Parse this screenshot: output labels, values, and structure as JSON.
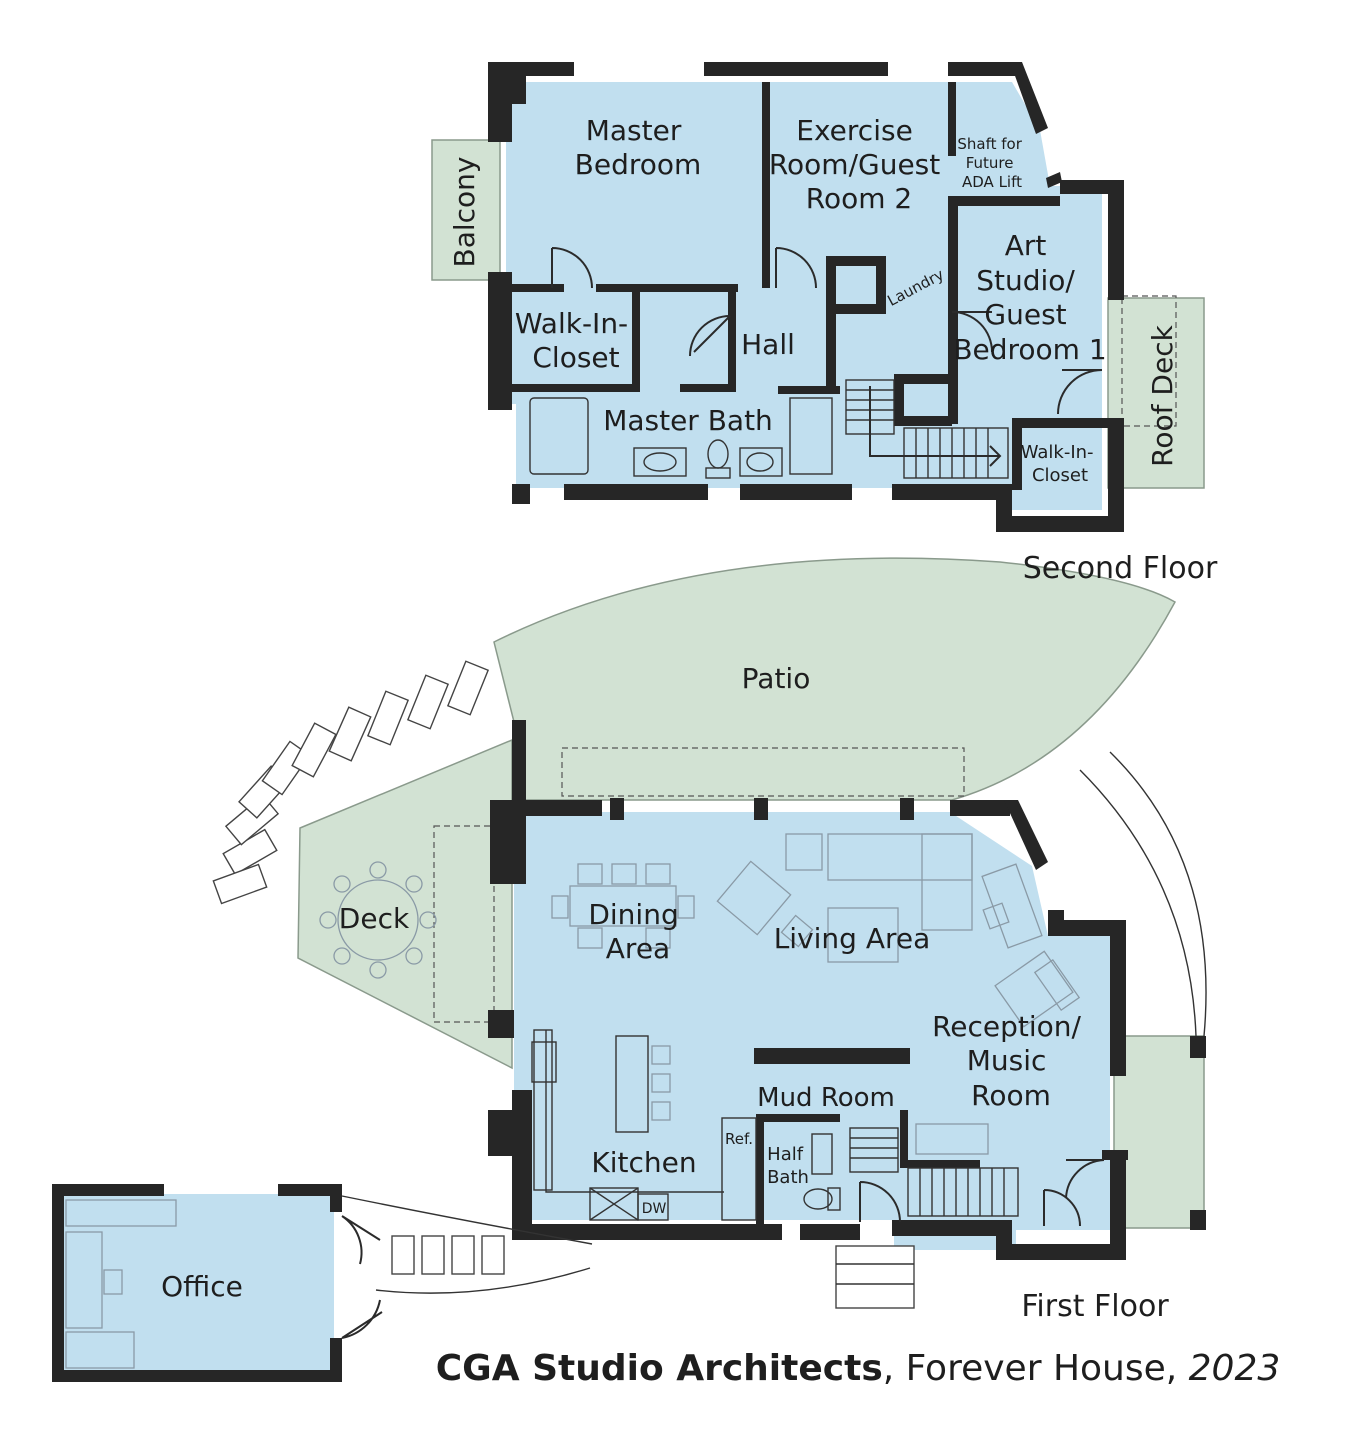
{
  "second_floor": {
    "title": "Second Floor",
    "rooms": {
      "master_bedroom": [
        "Master",
        "Bedroom"
      ],
      "exercise_room": [
        "Exercise",
        "Room/Guest",
        "Room 2"
      ],
      "shaft": [
        "Shaft for",
        "Future",
        "ADA Lift"
      ],
      "art_studio": [
        "Art",
        "Studio/",
        "Guest",
        "Bedroom 1"
      ],
      "balcony": "Balcony",
      "walk_in_closet_1": [
        "Walk-In-",
        "Closet"
      ],
      "hall": "Hall",
      "laundry": "Laundry",
      "master_bath": "Master Bath",
      "roof_deck": "Roof Deck",
      "walk_in_closet_2": [
        "Walk-In-",
        "Closet"
      ]
    }
  },
  "first_floor": {
    "title": "First Floor",
    "rooms": {
      "patio": "Patio",
      "deck": "Deck",
      "dining_area": [
        "Dining",
        "Area"
      ],
      "living_area": "Living Area",
      "reception": [
        "Reception/",
        "Music",
        "Room"
      ],
      "mud_room": "Mud Room",
      "kitchen": "Kitchen",
      "ref": "Ref.",
      "half_bath": [
        "Half",
        "Bath"
      ],
      "dw": "DW",
      "office": "Office"
    }
  },
  "credit": {
    "firm": "CGA Studio Architects",
    "project": ", Forever House, ",
    "year": "2023"
  },
  "colors": {
    "interior": "#c1dfef",
    "exterior": "#d2e2d3",
    "walls": "#262626"
  }
}
